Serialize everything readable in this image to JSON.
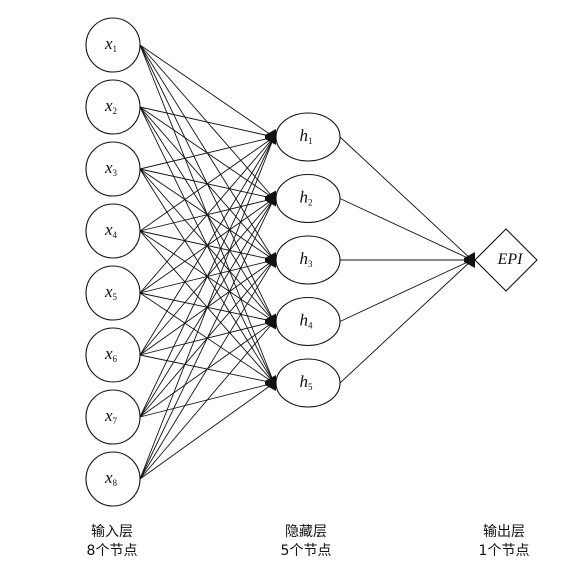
{
  "input_layer": {
    "nodes": [
      {
        "var": "x",
        "sub": "1"
      },
      {
        "var": "x",
        "sub": "2"
      },
      {
        "var": "x",
        "sub": "3"
      },
      {
        "var": "x",
        "sub": "4"
      },
      {
        "var": "x",
        "sub": "5"
      },
      {
        "var": "x",
        "sub": "6"
      },
      {
        "var": "x",
        "sub": "7"
      },
      {
        "var": "x",
        "sub": "8"
      }
    ],
    "caption": "输入层",
    "count": "8个节点"
  },
  "hidden_layer": {
    "nodes": [
      {
        "var": "h",
        "sub": "1"
      },
      {
        "var": "h",
        "sub": "2"
      },
      {
        "var": "h",
        "sub": "3"
      },
      {
        "var": "h",
        "sub": "4"
      },
      {
        "var": "h",
        "sub": "5"
      }
    ],
    "caption": "隐藏层",
    "count": "5个节点"
  },
  "output_layer": {
    "node": "EPI",
    "caption": "输出层",
    "count": "1个节点"
  },
  "colors": {
    "stroke": "#111111",
    "fill": "#ffffff"
  }
}
